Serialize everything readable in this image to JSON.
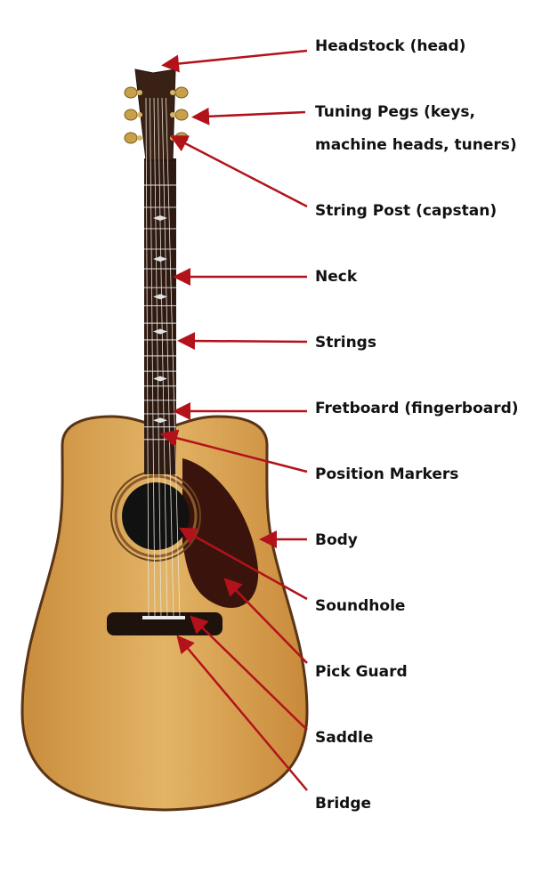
{
  "colors": {
    "arrow": "#b3121b",
    "text": "#111111",
    "wood": "#d9a556",
    "rosewood": "#2e1a12",
    "pickguard": "#3a140c"
  },
  "labels": {
    "headstock": "Headstock (head)",
    "tuning_pegs_1": "Tuning Pegs (keys,",
    "tuning_pegs_2": "machine heads, tuners)",
    "string_post": "String Post (capstan)",
    "neck": "Neck",
    "strings": "Strings",
    "fretboard": "Fretboard (fingerboard)",
    "position_markers": "Position Markers",
    "body": "Body",
    "soundhole": "Soundhole",
    "pick_guard": "Pick Guard",
    "saddle": "Saddle",
    "bridge": "Bridge"
  }
}
